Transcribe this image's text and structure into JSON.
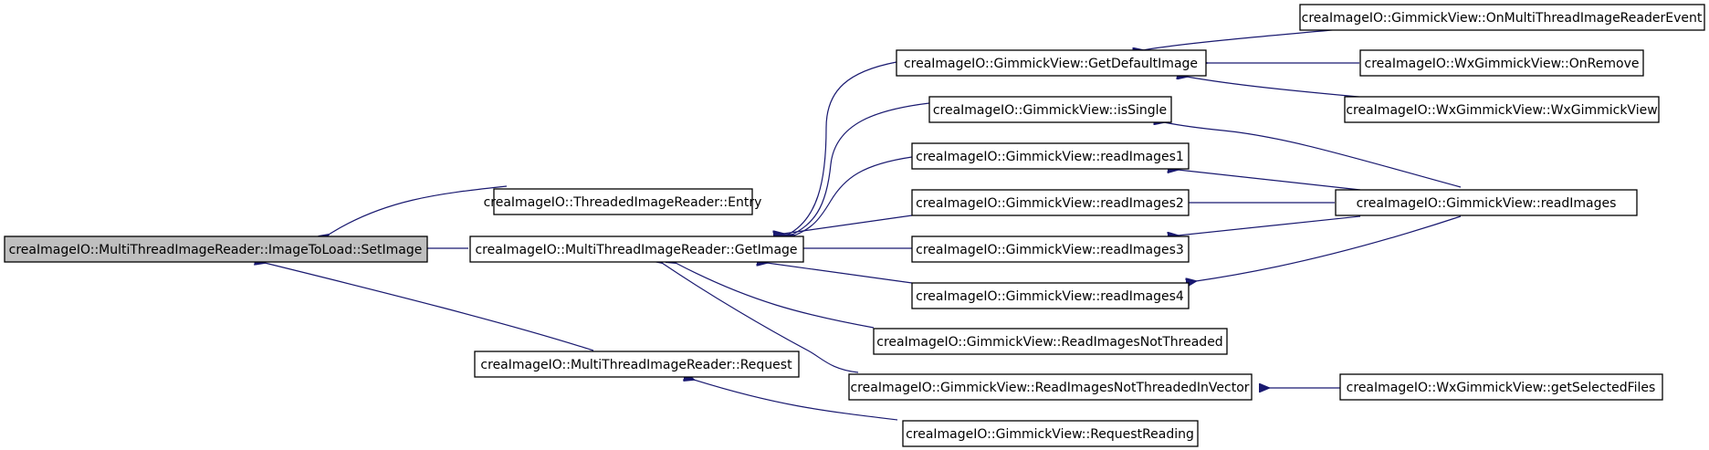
{
  "colors": {
    "node_fill": "#ffffff",
    "root_fill": "#bfbfbf",
    "node_border": "#000000",
    "edge": "#191970"
  },
  "nodes": {
    "settimage": "creaImageIO::MultiThreadImageReader::ImageToLoad::SetImage",
    "entry": "creaImageIO::ThreadedImageReader::Entry",
    "getimage": "creaImageIO::MultiThreadImageReader::GetImage",
    "request": "creaImageIO::MultiThreadImageReader::Request",
    "getdefaultimage": "creaImageIO::GimmickView::GetDefaultImage",
    "issingle": "creaImageIO::GimmickView::isSingle",
    "readimages1": "creaImageIO::GimmickView::readImages1",
    "readimages2": "creaImageIO::GimmickView::readImages2",
    "readimages3": "creaImageIO::GimmickView::readImages3",
    "readimages4": "creaImageIO::GimmickView::readImages4",
    "readimagesnotthreaded": "creaImageIO::GimmickView::ReadImagesNotThreaded",
    "readimagesnotthreadedinvector": "creaImageIO::GimmickView::ReadImagesNotThreadedInVector",
    "requestreading": "creaImageIO::GimmickView::RequestReading",
    "onmultithread": "creaImageIO::GimmickView::OnMultiThreadImageReaderEvent",
    "onremove": "creaImageIO::WxGimmickView::OnRemove",
    "wxgimmickview": "creaImageIO::WxGimmickView::WxGimmickView",
    "readimages": "creaImageIO::GimmickView::readImages",
    "getselectedfiles": "creaImageIO::WxGimmickView::getSelectedFiles"
  }
}
